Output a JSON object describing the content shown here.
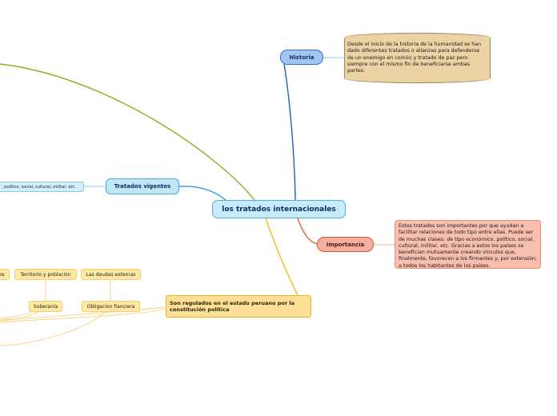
{
  "map": {
    "central_topic": "los tratados internacionales",
    "historia": {
      "label": "Historia",
      "note": "Desde el inicio de la historia de la humanidad se han dado diferentes tratados o alianzas   para defenderse de un enemigo en común  y  tratado de paz pero siempre con el mismo fin de beneficiarse ambas partes."
    },
    "importancia": {
      "label": "Importancia",
      "note": "Estos tratados son importantes por que ayudan a facilitar relaciones de todo tipo entre ellas. Puede ser de muchas clases: de tipo económico, político, social, cultural, militar, etc. Gracias a estos los países se benefician mutuamente creando vínculos que, finalmente, favorecen a los firmantes y, por extensión, a todos los habitantes de los países."
    },
    "tratados_vigentes": {
      "label": "Tratados vigentes",
      "child": ", político, social, cultural, militar, etc."
    },
    "regulados": {
      "label": "Son regulados en el estado peruano por la constitución política",
      "children": [
        "ros",
        "Territorio y población",
        "Las deudas externas",
        "Soberanía",
        "Obligacion fianciera"
      ]
    }
  },
  "colors": {
    "historia_branch": "#1f5fbf",
    "importancia_branch": "#e0603e",
    "vigentes_branch": "#2b9be0",
    "regulados_branch": "#f6b91e",
    "left_branch": "#84b31c"
  }
}
